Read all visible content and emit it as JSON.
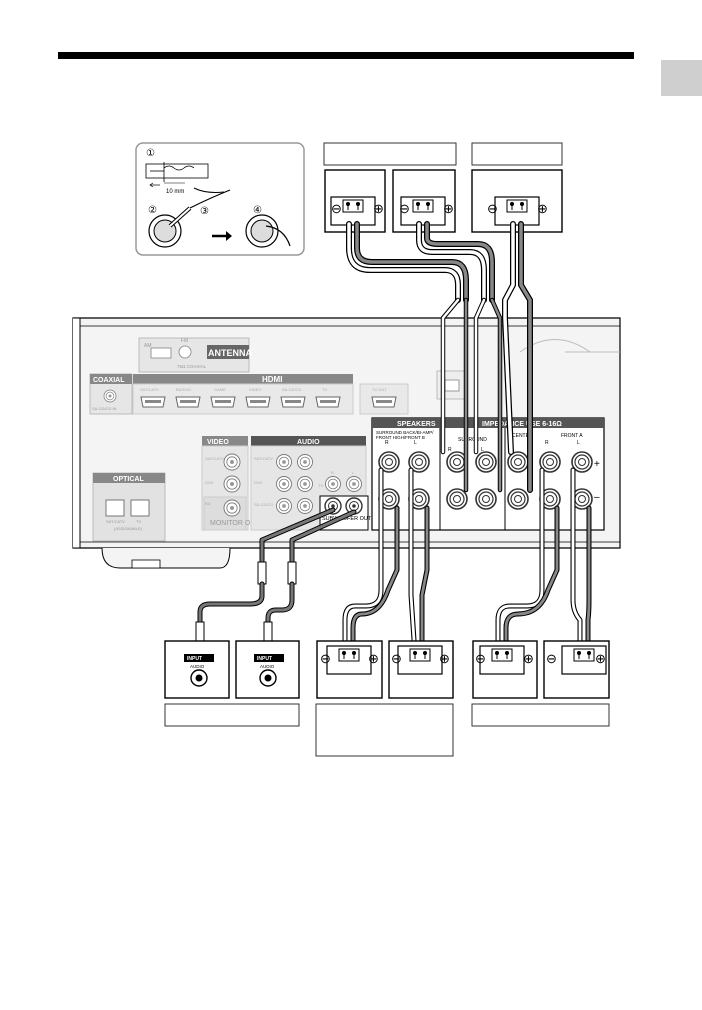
{
  "inset": {
    "step1": "①",
    "step2": "②",
    "step3": "③",
    "step4": "④",
    "strip_length": "10 mm"
  },
  "receiver": {
    "antenna": "ANTENNA",
    "am": "AM",
    "fm": "FM",
    "fm_ohm": "75Ω COAXIAL",
    "coaxial": "COAXIAL",
    "coaxial_sub": "SA-CD/CD IN",
    "coaxial_sub2": "(ASSIGNABLE)",
    "hdmi": "HDMI",
    "hdmi_inputs": [
      "SAT/CATV",
      "BD/DVD",
      "GAME",
      "VIDEO",
      "SA-CD/CD",
      "TV",
      "TV OUT"
    ],
    "optical": "OPTICAL",
    "optical_inputs": [
      "SAT/CATV",
      "TV"
    ],
    "optical_sub": "(ASSIGNABLE)",
    "video": "VIDEO",
    "video_rows": [
      "SAT/CATV",
      "DVD",
      "BD"
    ],
    "monitor_out": "MONITOR OUT",
    "audio": "AUDIO",
    "audio_rows": [
      "SAT/CATV",
      "DVD",
      "SA-CD/CD"
    ],
    "audio_tv": "TV",
    "audio_r": "R",
    "audio_l": "L",
    "subwoofer_out": "SUBWOOFER OUT",
    "speakers": "SPEAKERS",
    "impedance": "IMPEDANCE USE 6-16Ω",
    "surround_back_line1": "SURROUND BACK/BI-AMP/",
    "surround_back_line2": "FRONT HIGH/FRONT B",
    "surround": "SURROUND",
    "center": "CENTER",
    "front_a": "FRONT A",
    "ch_r": "R",
    "ch_l": "L",
    "plus": "+",
    "minus": "–"
  },
  "speaker_terminals": {
    "minus": "⊖",
    "plus": "⊕"
  },
  "subwoofer_jack": {
    "input": "INPUT",
    "audio": "AUDIO"
  }
}
